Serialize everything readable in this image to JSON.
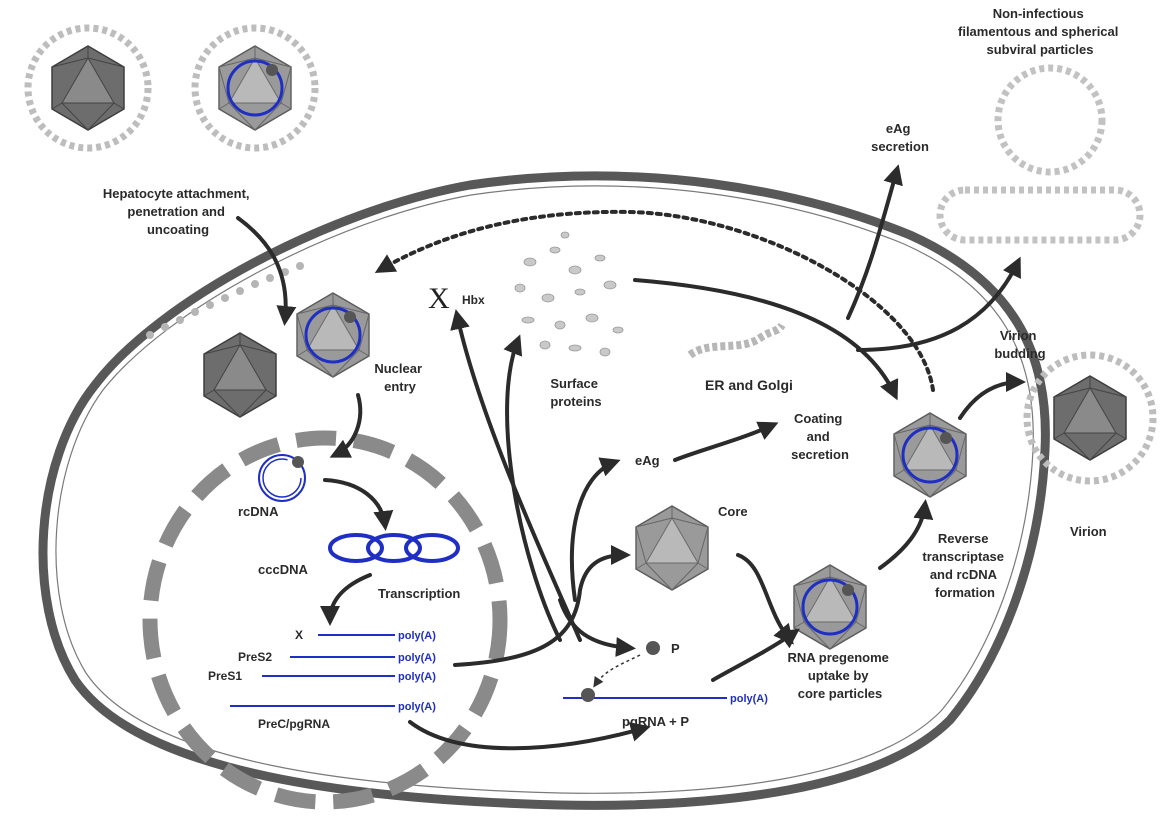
{
  "labels": {
    "attachment": [
      "Hepatocyte attachment,",
      "penetration and",
      "uncoating"
    ],
    "nuclear_entry": [
      "Nuclear",
      "entry"
    ],
    "rcdna": "rcDNA",
    "cccdna": "cccDNA",
    "transcription": "Transcription",
    "transcripts": {
      "x": "X",
      "pres2": "PreS2",
      "pres1": "PreS1",
      "prec": "PreC/pgRNA",
      "polya": "poly(A)"
    },
    "x_protein": "X",
    "hbx": "Hbx",
    "surface_proteins": [
      "Surface",
      "proteins"
    ],
    "er_golgi": "ER and Golgi",
    "eag": "eAg",
    "core": "Core",
    "p": "P",
    "pgrna_p": "pgRNA + P",
    "rna_uptake": [
      "RNA pregenome",
      "uptake by",
      "core particles"
    ],
    "coating": [
      "Coating",
      "and",
      "secretion"
    ],
    "reverse_transcriptase": [
      "Reverse",
      "transcriptase",
      "and rcDNA",
      "formation"
    ],
    "eag_secretion": [
      "eAg",
      "secretion"
    ],
    "subviral": [
      "Non-infectious",
      "filamentous and spherical",
      "subviral particles"
    ],
    "budding": [
      "Virion",
      "budding"
    ],
    "virion": "Virion"
  },
  "colors": {
    "dna": "#1f2fc4",
    "arrow": "#2b2b2b",
    "membrane": "#5a5a5a",
    "nucleus": "#8a8a8a",
    "capsid": "#8c8c8c",
    "envelope": "#bdbdbd"
  }
}
